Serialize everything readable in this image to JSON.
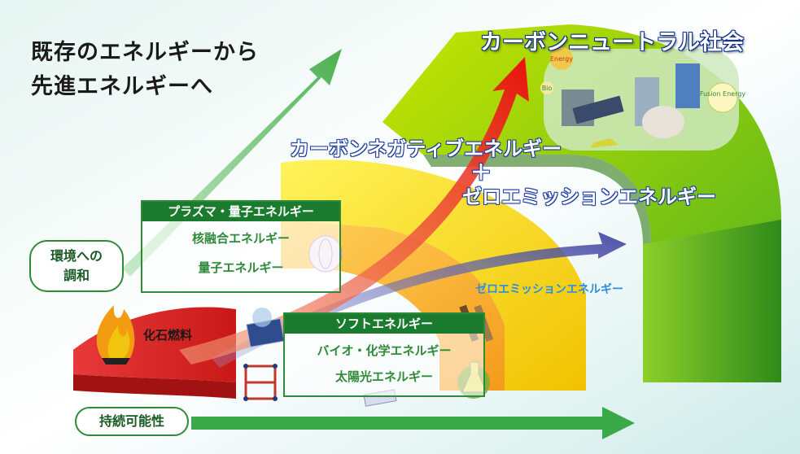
{
  "title": {
    "line1": "既存のエネルギーから",
    "line2": "先進エネルギーへ"
  },
  "goal": {
    "title": "カーボンニュートラル社会",
    "icon_labels": [
      "Energy",
      "Fusion Energy",
      "Bio"
    ]
  },
  "central": {
    "negative": "カーボンネガティブエネルギー",
    "plus": "＋",
    "zero_emission": "ゼロエミッションエネルギー"
  },
  "zero_emission_small": "ゼロエミッションエネルギー",
  "plasma_box": {
    "header": "プラズマ・量子エネルギー",
    "items": [
      "核融合エネルギー",
      "量子エネルギー"
    ]
  },
  "soft_box": {
    "header": "ソフトエネルギー",
    "items": [
      "バイオ・化学エネルギー",
      "太陽光エネルギー"
    ]
  },
  "fossil": "化石燃料",
  "axes": {
    "harmony_line1": "環境への",
    "harmony_line2": "調和",
    "sustainability": "持続可能性"
  },
  "colors": {
    "accent_green": "#1a7a2e",
    "arrow_green": "#4caf50",
    "arrow_red": "#e8231a",
    "arrow_blue": "#3a3f9e",
    "title_blue": "#0d2f8f"
  },
  "icons": [
    "flame-icon",
    "solar-panel-icon",
    "fusion-torus-icon",
    "test-tube-icon",
    "flask-icon",
    "atomic-lattice-icon"
  ]
}
